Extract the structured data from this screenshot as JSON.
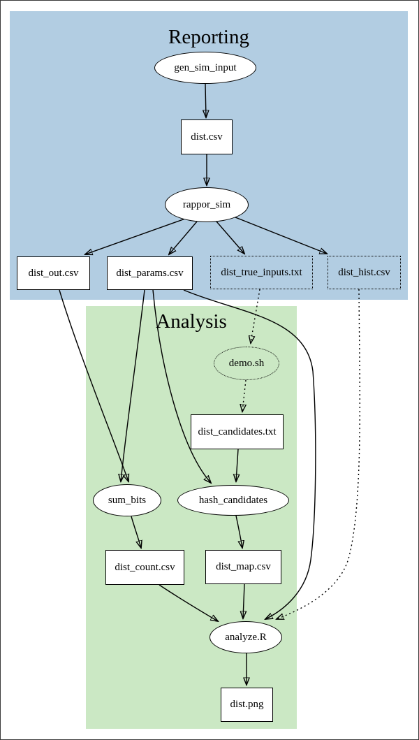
{
  "diagram": {
    "clusters": {
      "reporting": {
        "label": "Reporting",
        "bg": "#B2CDE2"
      },
      "analysis": {
        "label": "Analysis",
        "bg": "#CBE8C4"
      }
    },
    "nodes": {
      "gen_sim_input": {
        "label": "gen_sim_input",
        "shape": "ellipse",
        "style": "solid"
      },
      "dist_csv": {
        "label": "dist.csv",
        "shape": "box",
        "style": "solid"
      },
      "rappor_sim": {
        "label": "rappor_sim",
        "shape": "ellipse",
        "style": "solid"
      },
      "dist_out_csv": {
        "label": "dist_out.csv",
        "shape": "box",
        "style": "solid"
      },
      "dist_params_csv": {
        "label": "dist_params.csv",
        "shape": "box",
        "style": "solid"
      },
      "dist_true_inputs_txt": {
        "label": "dist_true_inputs.txt",
        "shape": "box",
        "style": "dotted"
      },
      "dist_hist_csv": {
        "label": "dist_hist.csv",
        "shape": "box",
        "style": "dotted"
      },
      "demo_sh": {
        "label": "demo.sh",
        "shape": "ellipse",
        "style": "dotted"
      },
      "dist_candidates_txt": {
        "label": "dist_candidates.txt",
        "shape": "box",
        "style": "solid"
      },
      "sum_bits": {
        "label": "sum_bits",
        "shape": "ellipse",
        "style": "solid"
      },
      "hash_candidates": {
        "label": "hash_candidates",
        "shape": "ellipse",
        "style": "solid"
      },
      "dist_count_csv": {
        "label": "dist_count.csv",
        "shape": "box",
        "style": "solid"
      },
      "dist_map_csv": {
        "label": "dist_map.csv",
        "shape": "box",
        "style": "solid"
      },
      "analyze_r": {
        "label": "analyze.R",
        "shape": "ellipse",
        "style": "solid"
      },
      "dist_png": {
        "label": "dist.png",
        "shape": "box",
        "style": "solid"
      }
    },
    "edges": [
      {
        "from": "gen_sim_input",
        "to": "dist_csv",
        "style": "solid"
      },
      {
        "from": "dist_csv",
        "to": "rappor_sim",
        "style": "solid"
      },
      {
        "from": "rappor_sim",
        "to": "dist_out_csv",
        "style": "solid"
      },
      {
        "from": "rappor_sim",
        "to": "dist_params_csv",
        "style": "solid"
      },
      {
        "from": "rappor_sim",
        "to": "dist_true_inputs_txt",
        "style": "solid"
      },
      {
        "from": "rappor_sim",
        "to": "dist_hist_csv",
        "style": "solid"
      },
      {
        "from": "dist_out_csv",
        "to": "sum_bits",
        "style": "solid"
      },
      {
        "from": "dist_params_csv",
        "to": "sum_bits",
        "style": "solid"
      },
      {
        "from": "dist_params_csv",
        "to": "hash_candidates",
        "style": "solid"
      },
      {
        "from": "dist_params_csv",
        "to": "analyze_r",
        "style": "solid"
      },
      {
        "from": "dist_true_inputs_txt",
        "to": "demo_sh",
        "style": "dotted"
      },
      {
        "from": "demo_sh",
        "to": "dist_candidates_txt",
        "style": "dotted"
      },
      {
        "from": "dist_candidates_txt",
        "to": "hash_candidates",
        "style": "solid"
      },
      {
        "from": "sum_bits",
        "to": "dist_count_csv",
        "style": "solid"
      },
      {
        "from": "hash_candidates",
        "to": "dist_map_csv",
        "style": "solid"
      },
      {
        "from": "dist_count_csv",
        "to": "analyze_r",
        "style": "solid"
      },
      {
        "from": "dist_map_csv",
        "to": "analyze_r",
        "style": "solid"
      },
      {
        "from": "dist_hist_csv",
        "to": "analyze_r",
        "style": "dotted"
      },
      {
        "from": "analyze_r",
        "to": "dist_png",
        "style": "solid"
      }
    ]
  }
}
